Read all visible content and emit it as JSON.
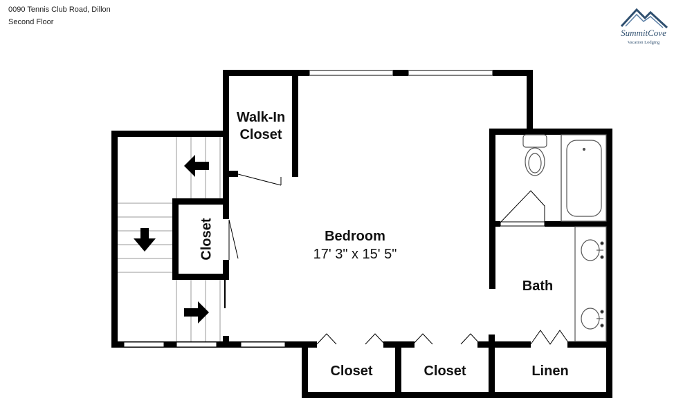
{
  "header": {
    "address": "0090 Tennis Club Road, Dillon",
    "floor": "Second Floor"
  },
  "logo": {
    "brand": "SummitCove",
    "tagline": "Vacation Lodging",
    "color": "#2f4f6f"
  },
  "rooms": {
    "walk_in_closet_line1": "Walk-In",
    "walk_in_closet_line2": "Closet",
    "bedroom": "Bedroom",
    "bedroom_dims": "17' 3\" x 15' 5\"",
    "closet_vertical": "Closet",
    "bath": "Bath",
    "closet_bottom_1": "Closet",
    "closet_bottom_2": "Closet",
    "linen": "Linen"
  },
  "colors": {
    "wall": "#000000",
    "fixture": "#555555",
    "background": "#ffffff"
  }
}
